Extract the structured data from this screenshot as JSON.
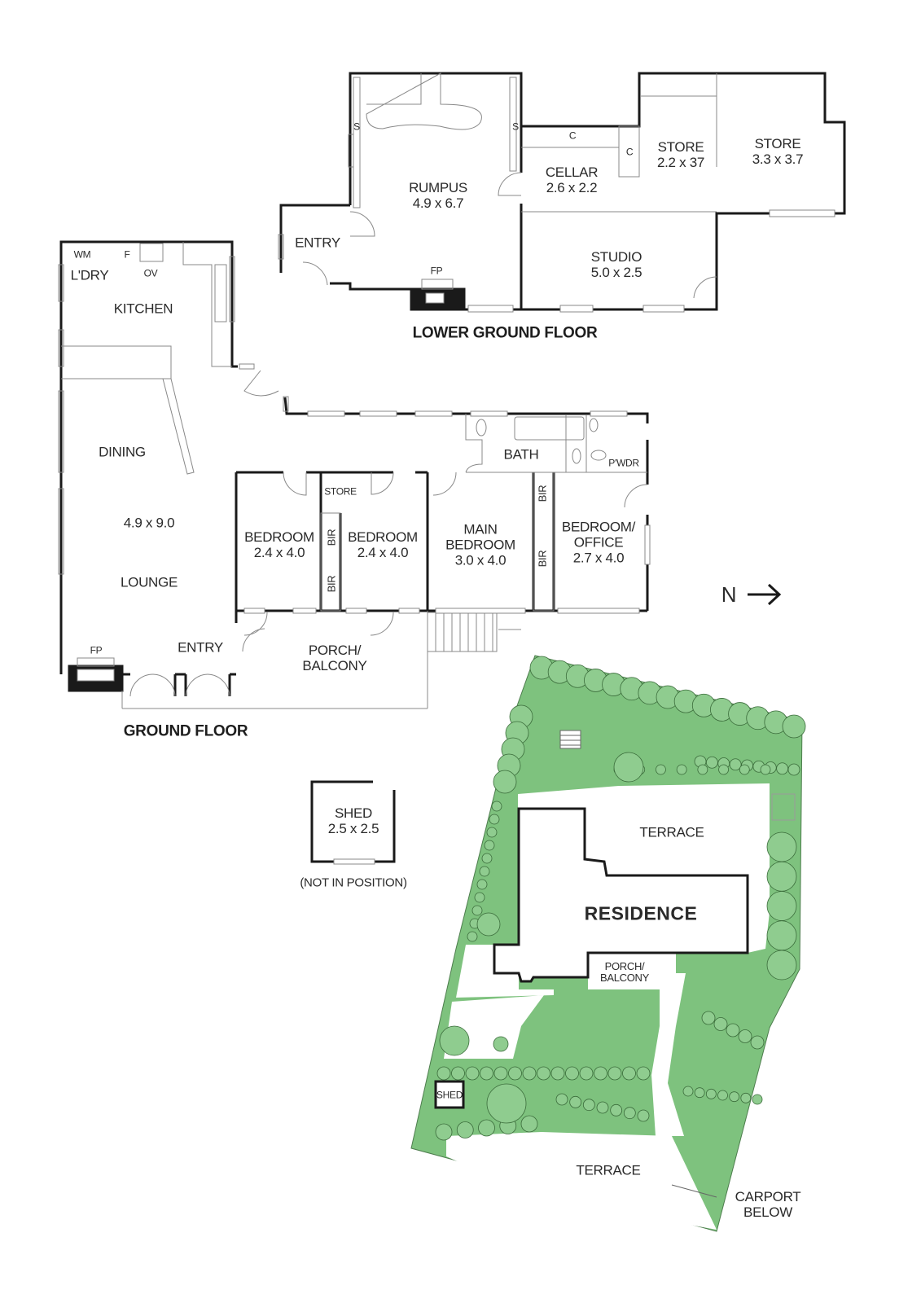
{
  "colors": {
    "wall": "#1a1a1a",
    "thin": "#888888",
    "garden": "#7ec27e",
    "tree_line": "#3a6b3a"
  },
  "lower_ground": {
    "title": "LOWER GROUND FLOOR",
    "rooms": [
      {
        "name": "RUMPUS",
        "dims": "4.9 x 6.7"
      },
      {
        "name": "CELLAR",
        "dims": "2.6 x 2.2"
      },
      {
        "name": "STORE",
        "dims": "2.2 x 37"
      },
      {
        "name": "STORE",
        "dims": "3.3 x 3.7"
      },
      {
        "name": "STUDIO",
        "dims": "5.0 x 2.5"
      },
      {
        "name": "ENTRY"
      }
    ],
    "marks": {
      "fp": "FP",
      "s1": "S",
      "s2": "S",
      "c1": "C",
      "c2": "C"
    }
  },
  "ground": {
    "title": "GROUND FLOOR",
    "rooms": [
      {
        "name": "KITCHEN"
      },
      {
        "name": "L'DRY"
      },
      {
        "name": "DINING"
      },
      {
        "name": "4.9 x 9.0"
      },
      {
        "name": "LOUNGE"
      },
      {
        "name": "ENTRY"
      },
      {
        "name": "PORCH/",
        "name2": "BALCONY"
      },
      {
        "name": "BEDROOM",
        "dims": "2.4 x 4.0"
      },
      {
        "name": "BEDROOM",
        "dims": "2.4 x 4.0"
      },
      {
        "name": "MAIN",
        "name2": "BEDROOM",
        "dims": "3.0 x 4.0"
      },
      {
        "name": "BEDROOM/",
        "name2": "OFFICE",
        "dims": "2.7 x 4.0"
      },
      {
        "name": "BATH"
      },
      {
        "name": "P'WDR"
      },
      {
        "name": "STORE"
      }
    ],
    "marks": {
      "wm": "WM",
      "f": "F",
      "ov": "OV",
      "fp": "FP",
      "bir": "BIR"
    }
  },
  "north": {
    "label": "N"
  },
  "shed": {
    "name": "SHED",
    "dims": "2.5 x 2.5",
    "note": "(NOT IN POSITION)"
  },
  "site": {
    "terrace_top": "TERRACE",
    "residence": "RESIDENCE",
    "porch": "PORCH/",
    "porch2": "BALCONY",
    "shed": "SHED",
    "terrace_bottom": "TERRACE",
    "carport": "CARPORT",
    "carport2": "BELOW"
  }
}
